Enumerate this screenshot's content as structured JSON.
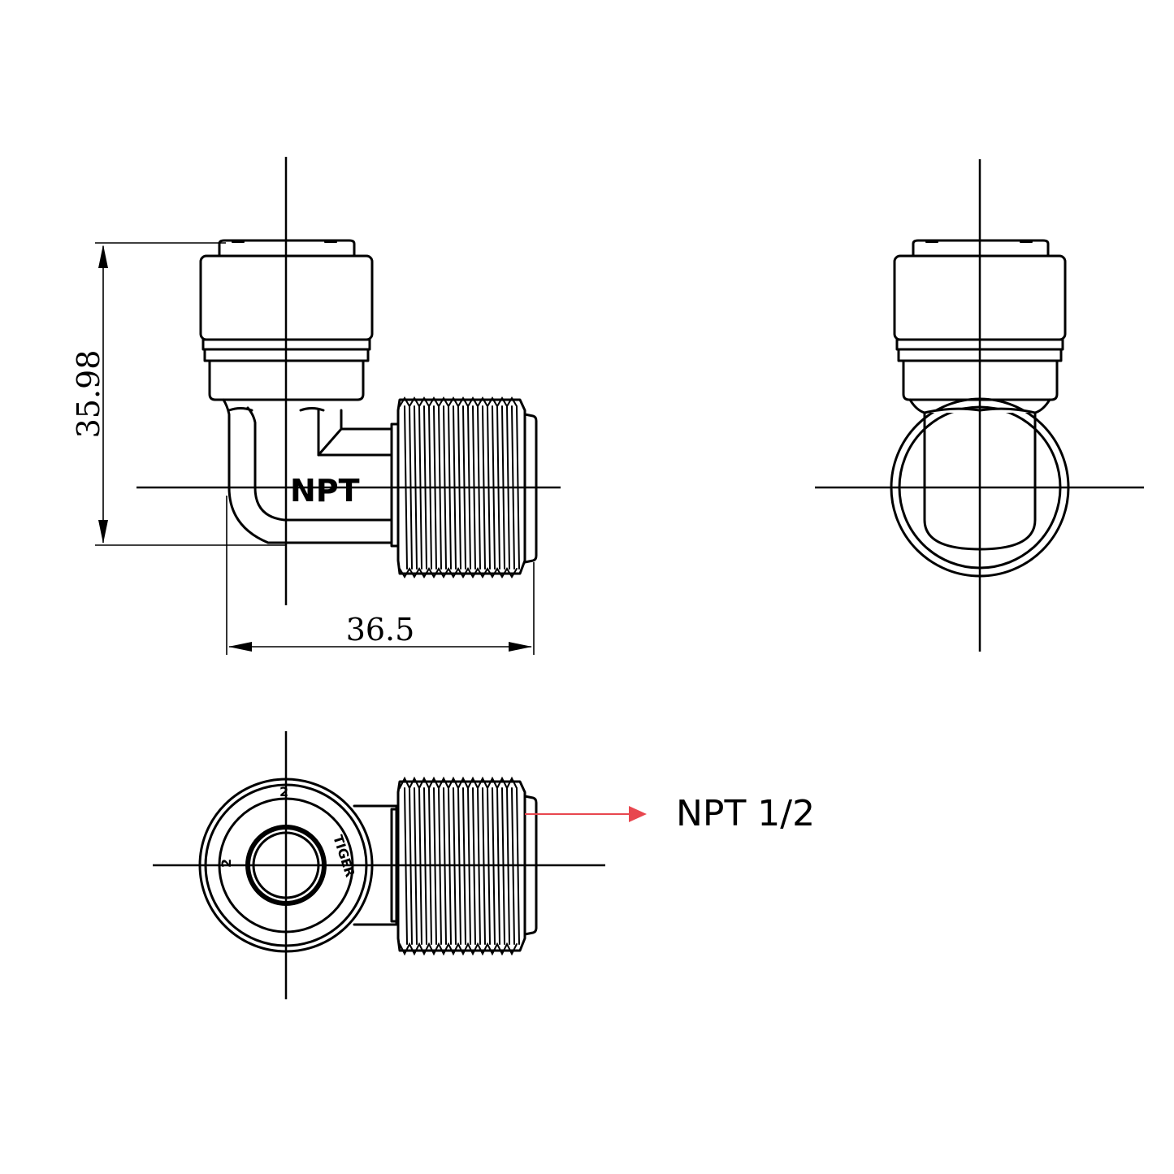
{
  "dimensions": {
    "height": "35.98",
    "width": "36.5"
  },
  "body_marking": "NPT",
  "ring_marks": {
    "top": "2",
    "left": "2",
    "brand": "TIGER"
  },
  "callout": {
    "label": "NPT 1/2",
    "arrow_color": "#e8474f"
  }
}
